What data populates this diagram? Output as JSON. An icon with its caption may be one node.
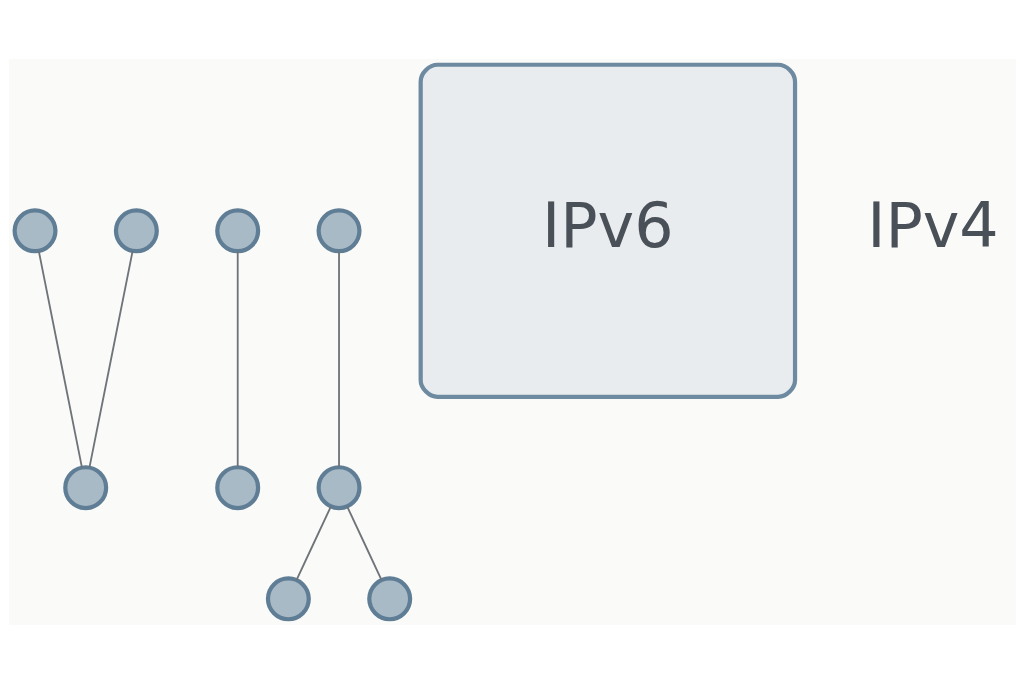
{
  "diagram": {
    "nodes": [
      {
        "text": [],
        "shape": "circle"
      },
      {
        "text": [],
        "shape": "circle"
      },
      {
        "text": [],
        "shape": "circle"
      },
      {
        "text": [],
        "shape": "circle"
      },
      {
        "text": [],
        "shape": "circle"
      },
      {
        "text": [],
        "shape": "circle"
      },
      {
        "text": [],
        "shape": "circle"
      },
      {
        "text": [],
        "shape": "circle"
      },
      {
        "text": [],
        "shape": "circle"
      },
      {
        "text": [
          "IPv6"
        ]
      }
    ],
    "edges": [
      {
        "from": 0,
        "to": 2,
        "arrow": "none"
      },
      {
        "from": 1,
        "to": 2,
        "arrow": "none"
      },
      {
        "from": 3,
        "to": 6,
        "arrow": "none"
      },
      {
        "from": 4,
        "to": 5,
        "arrow": "none"
      },
      {
        "from": 5,
        "to": 7,
        "arrow": "none"
      },
      {
        "from": 5,
        "to": 8,
        "arrow": "none"
      }
    ],
    "labels": [
      "IPv4"
    ]
  }
}
